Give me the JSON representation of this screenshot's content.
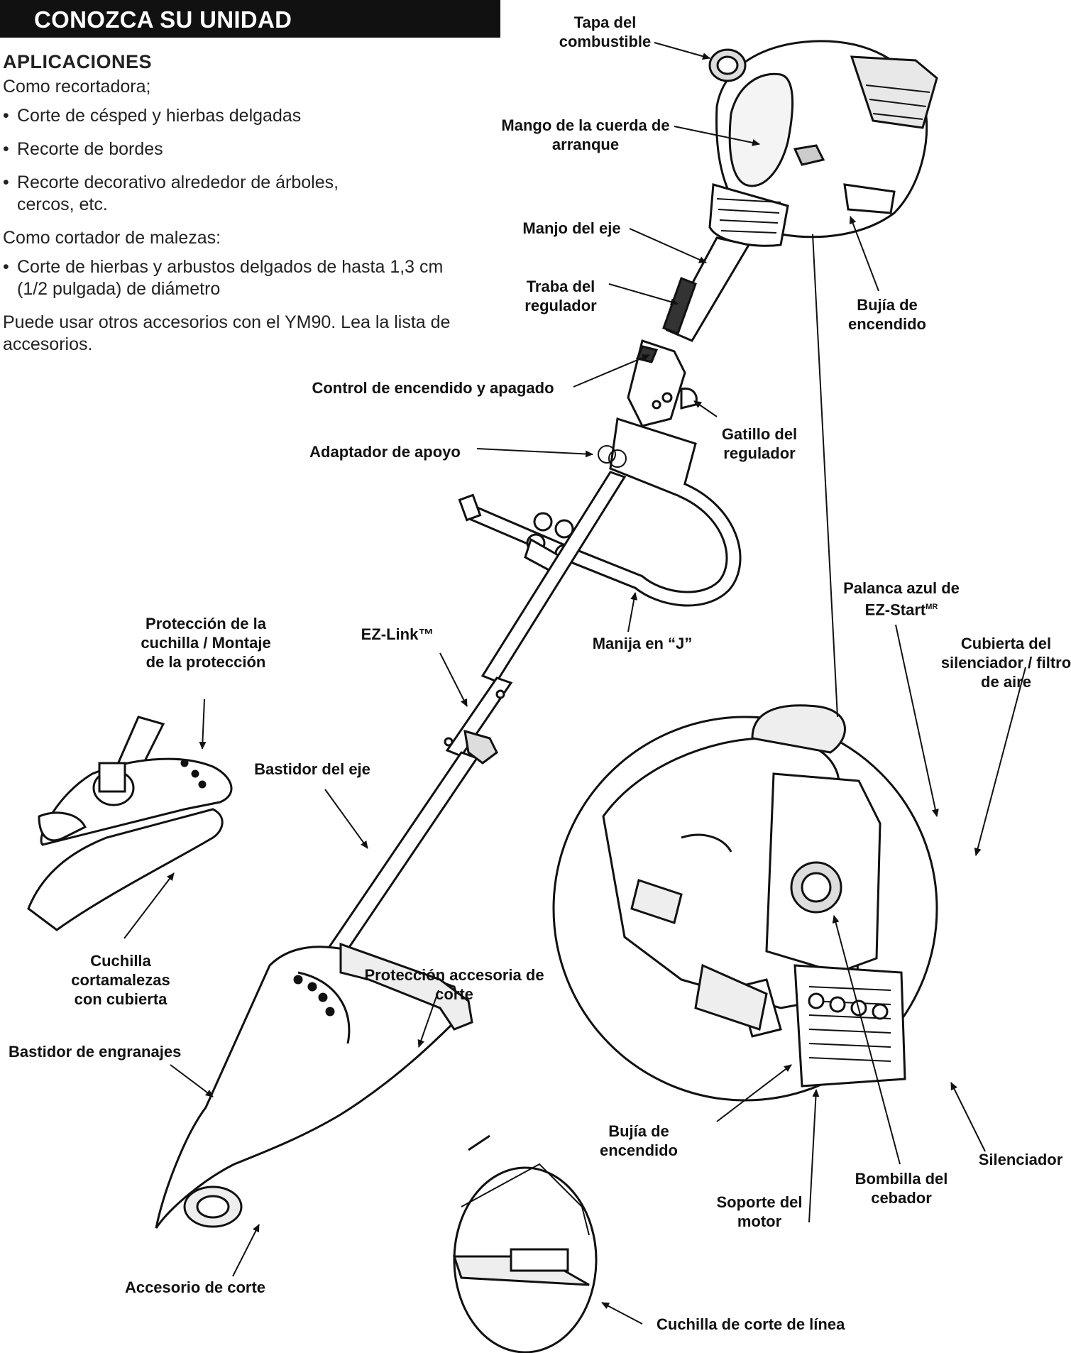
{
  "header": {
    "title": "CONOZCA SU UNIDAD"
  },
  "applications": {
    "heading": "APLICACIONES",
    "trimmer_intro": "Como recortadora;",
    "trimmer_items": [
      "Corte de césped y hierbas delgadas",
      "Recorte de bordes",
      "Recorte decorativo alrededor de árboles, cercos, etc."
    ],
    "brushcutter_intro": "Como cortador de malezas:",
    "brushcutter_items": [
      "Corte de hierbas y arbustos delgados de hasta 1,3 cm (1/2 pulgada) de diámetro"
    ],
    "note": "Puede usar otros accesorios con el YM90. Lea la lista de accesorios."
  },
  "labels": {
    "fuel_cap": "Tapa del combustible",
    "starter_handle": "Mango de la cuerda de arranque",
    "shaft_handle": "Manjo del eje",
    "throttle_lock": "Traba del regulador",
    "spark_plug_top": "Bujía de encendido",
    "on_off_control": "Control de encendido y apagado",
    "throttle_trigger": "Gatillo del regulador",
    "support_adapter": "Adaptador de apoyo",
    "j_handle": "Manija en “J”",
    "ez_link": "EZ-Link™",
    "blade_guard": "Protección de la cuchilla / Montaje de la protección",
    "shaft_housing": "Bastidor del eje",
    "brush_blade": "Cuchilla cortamalezas con cubierta",
    "cutting_guard": "Protección accesoria de corte",
    "gear_housing": "Bastidor de engranajes",
    "cutting_attachment": "Accesorio de corte",
    "line_cutting_blade": "Cuchilla de corte de línea",
    "ez_start_lever": "Palanca azul de EZ-Start",
    "ez_start_mark": "MR",
    "muffler_cover": "Cubierta del silenciador / filtro de aire",
    "spark_plug_detail": "Bujía de encendido",
    "engine_mount": "Soporte del motor",
    "primer_bulb": "Bombilla del cebador",
    "muffler": "Silenciador"
  },
  "colors": {
    "bar": "#111111",
    "ink": "#111111",
    "paper": "#ffffff"
  }
}
